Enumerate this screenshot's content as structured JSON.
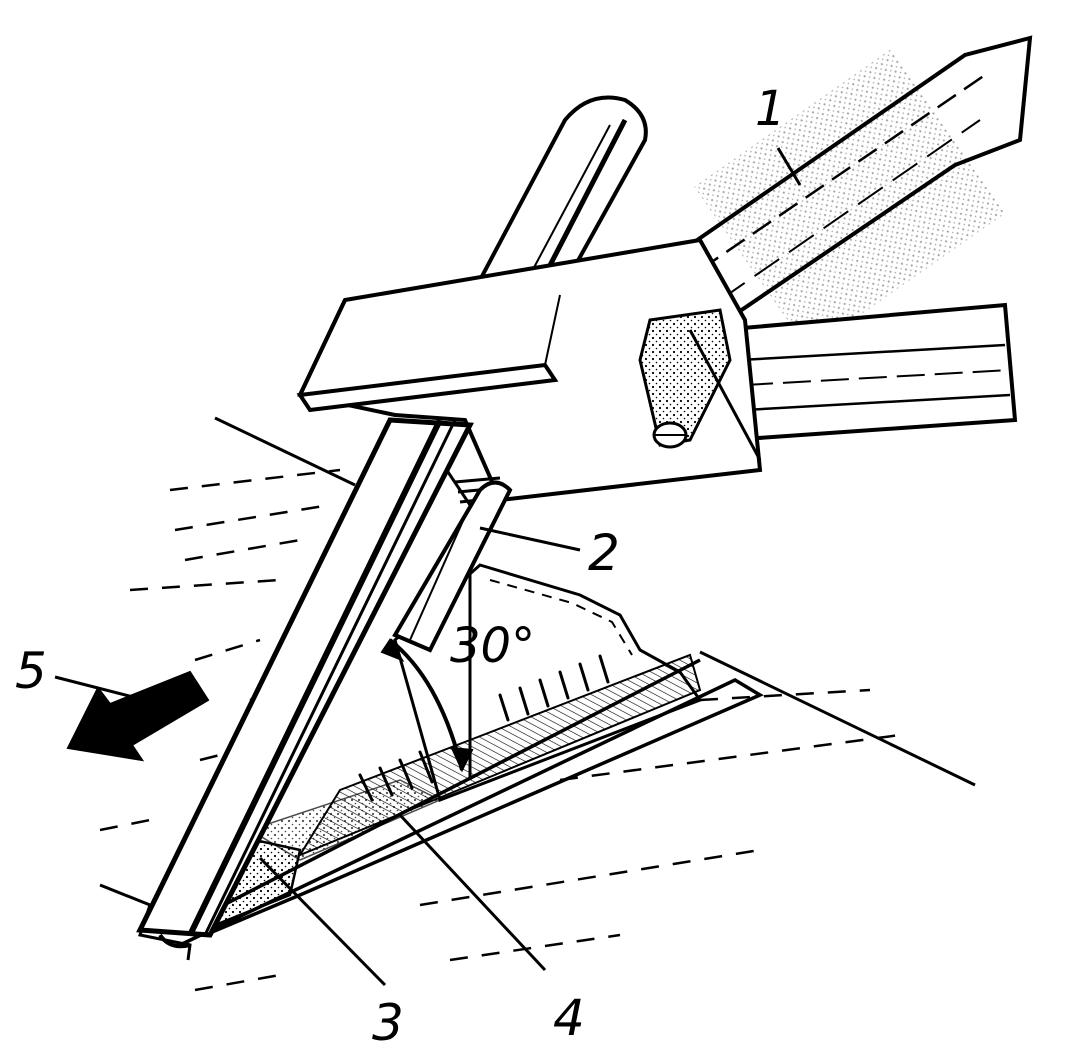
{
  "labels": {
    "part_1": "1",
    "part_2": "2",
    "part_3": "3",
    "part_4": "4",
    "direction_5": "5",
    "angle": "30°"
  },
  "colors": {
    "ink": "#000000",
    "paper": "#ffffff"
  },
  "icons": {
    "direction": "arrow-down-left-icon"
  }
}
